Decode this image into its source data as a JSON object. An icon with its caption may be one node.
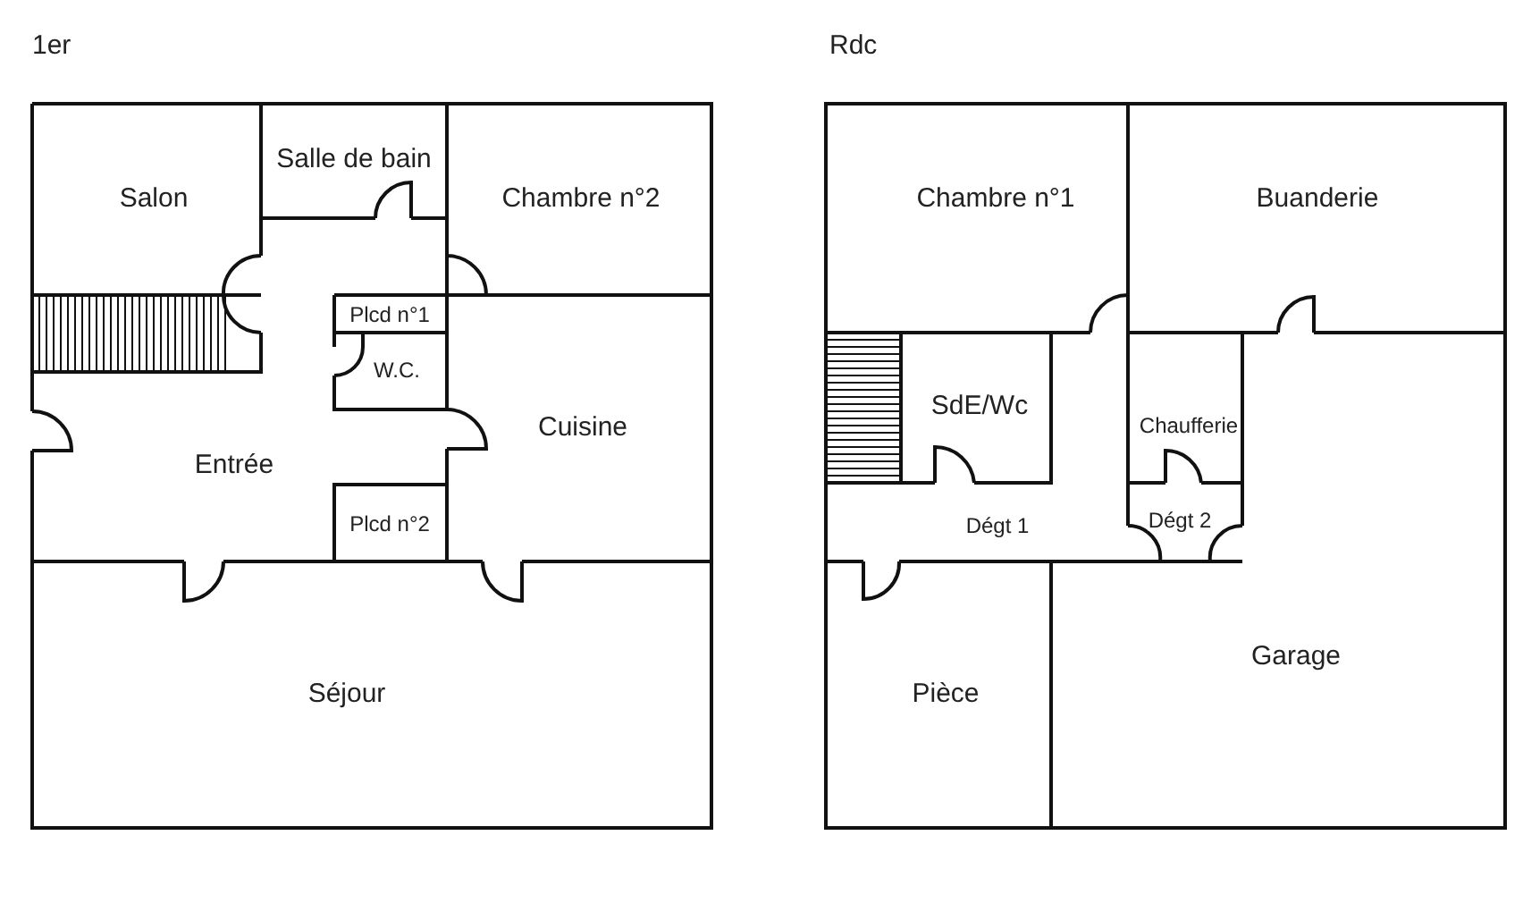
{
  "diagram": {
    "nodes": [
      {
        "text": [
          "Salon"
        ]
      },
      {
        "text": [
          "Salle de bain"
        ]
      },
      {
        "text": [
          "Chambre n°2"
        ]
      },
      {
        "text": [
          "Plcd n°1"
        ]
      },
      {
        "text": [
          "W.C."
        ]
      },
      {
        "text": [
          "Cuisine"
        ]
      },
      {
        "text": [
          "Entrée"
        ]
      },
      {
        "text": [
          "Plcd n°2"
        ]
      },
      {
        "text": [
          "Séjour"
        ]
      },
      {
        "text": [
          "Chambre n°1"
        ]
      },
      {
        "text": [
          "Buanderie"
        ]
      },
      {
        "text": [
          "SdE/Wc"
        ]
      },
      {
        "text": [
          "Chaufferie"
        ]
      },
      {
        "text": [
          "Dégt 1"
        ]
      },
      {
        "text": [
          "Dégt 2"
        ]
      },
      {
        "text": [
          "Garage"
        ]
      },
      {
        "text": [
          "Pièce"
        ]
      }
    ],
    "labels": [
      "1er",
      "Rdc"
    ]
  }
}
